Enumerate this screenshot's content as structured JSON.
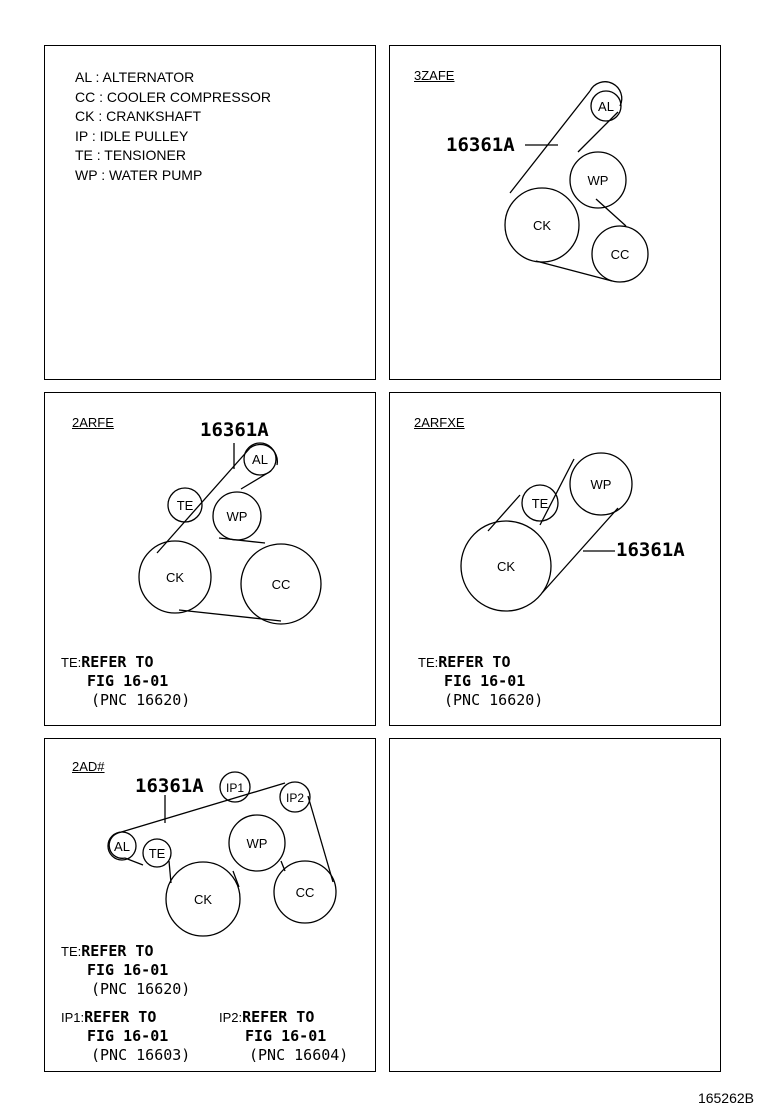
{
  "legend": [
    "AL : ALTERNATOR",
    "CC : COOLER COMPRESSOR",
    "CK : CRANKSHAFT",
    "IP : IDLE PULLEY",
    "TE : TENSIONER",
    "WP : WATER PUMP"
  ],
  "panels": {
    "p3zafe": {
      "engine": "3ZAFE",
      "part": "16361A",
      "pulleys": {
        "al": "AL",
        "wp": "WP",
        "ck": "CK",
        "cc": "CC"
      }
    },
    "p2arfe": {
      "engine": "2ARFE",
      "part": "16361A",
      "pulleys": {
        "al": "AL",
        "te": "TE",
        "wp": "WP",
        "ck": "CK",
        "cc": "CC"
      },
      "note": {
        "label": "TE:",
        "line1": "REFER TO",
        "line2": "FIG 16-01",
        "line3": "(PNC 16620)"
      }
    },
    "p2arfxe": {
      "engine": "2ARFXE",
      "part": "16361A",
      "pulleys": {
        "te": "TE",
        "wp": "WP",
        "ck": "CK"
      },
      "note": {
        "label": "TE:",
        "line1": "REFER TO",
        "line2": "FIG 16-01",
        "line3": "(PNC 16620)"
      }
    },
    "p2ad": {
      "engine": "2AD#",
      "part": "16361A",
      "pulleys": {
        "ip1": "IP1",
        "ip2": "IP2",
        "al": "AL",
        "te": "TE",
        "wp": "WP",
        "ck": "CK",
        "cc": "CC"
      },
      "note_te": {
        "label": "TE:",
        "line1": "REFER TO",
        "line2": "FIG 16-01",
        "line3": "(PNC 16620)"
      },
      "note_ip1": {
        "label": "IP1:",
        "line1": "REFER TO",
        "line2": "FIG 16-01",
        "line3": "(PNC 16603)"
      },
      "note_ip2": {
        "label": "IP2:",
        "line1": "REFER TO",
        "line2": "FIG 16-01",
        "line3": "(PNC 16604)"
      }
    }
  },
  "figure_code": "165262B"
}
